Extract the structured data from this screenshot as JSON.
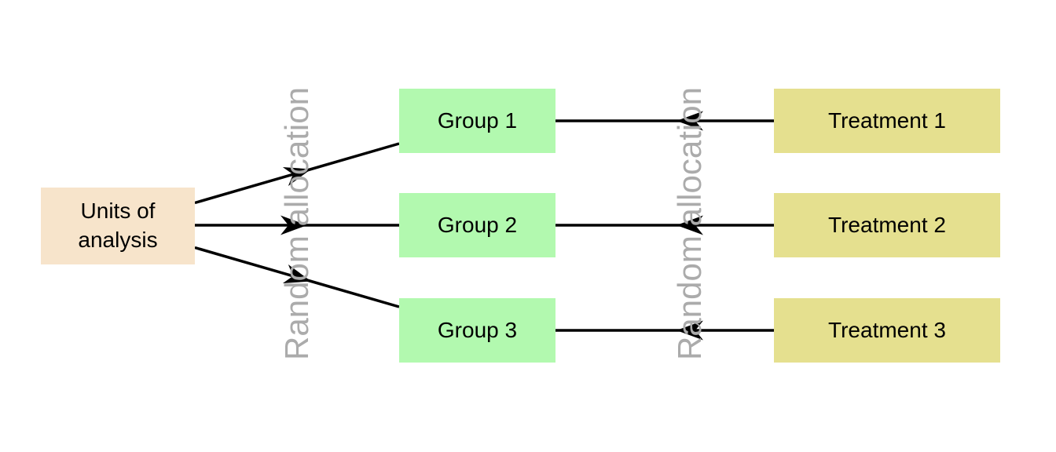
{
  "diagram": {
    "title": null,
    "units_box": {
      "label": "Units of analysis"
    },
    "groups": [
      {
        "label": "Group 1"
      },
      {
        "label": "Group 2"
      },
      {
        "label": "Group 3"
      }
    ],
    "treatments": [
      {
        "label": "Treatment 1"
      },
      {
        "label": "Treatment 2"
      },
      {
        "label": "Treatment 3"
      }
    ],
    "allocation_label_left": "Random allocation",
    "allocation_label_right": "Random allocation",
    "colors": {
      "units_fill": "#F7E4CB",
      "group_fill": "#B2F9AF",
      "treatment_fill": "#E5E08F",
      "allocation_text": "#ABABAB",
      "arrow_stroke": "#000000",
      "label_text": "#000000",
      "background": "#FFFFFF"
    }
  }
}
